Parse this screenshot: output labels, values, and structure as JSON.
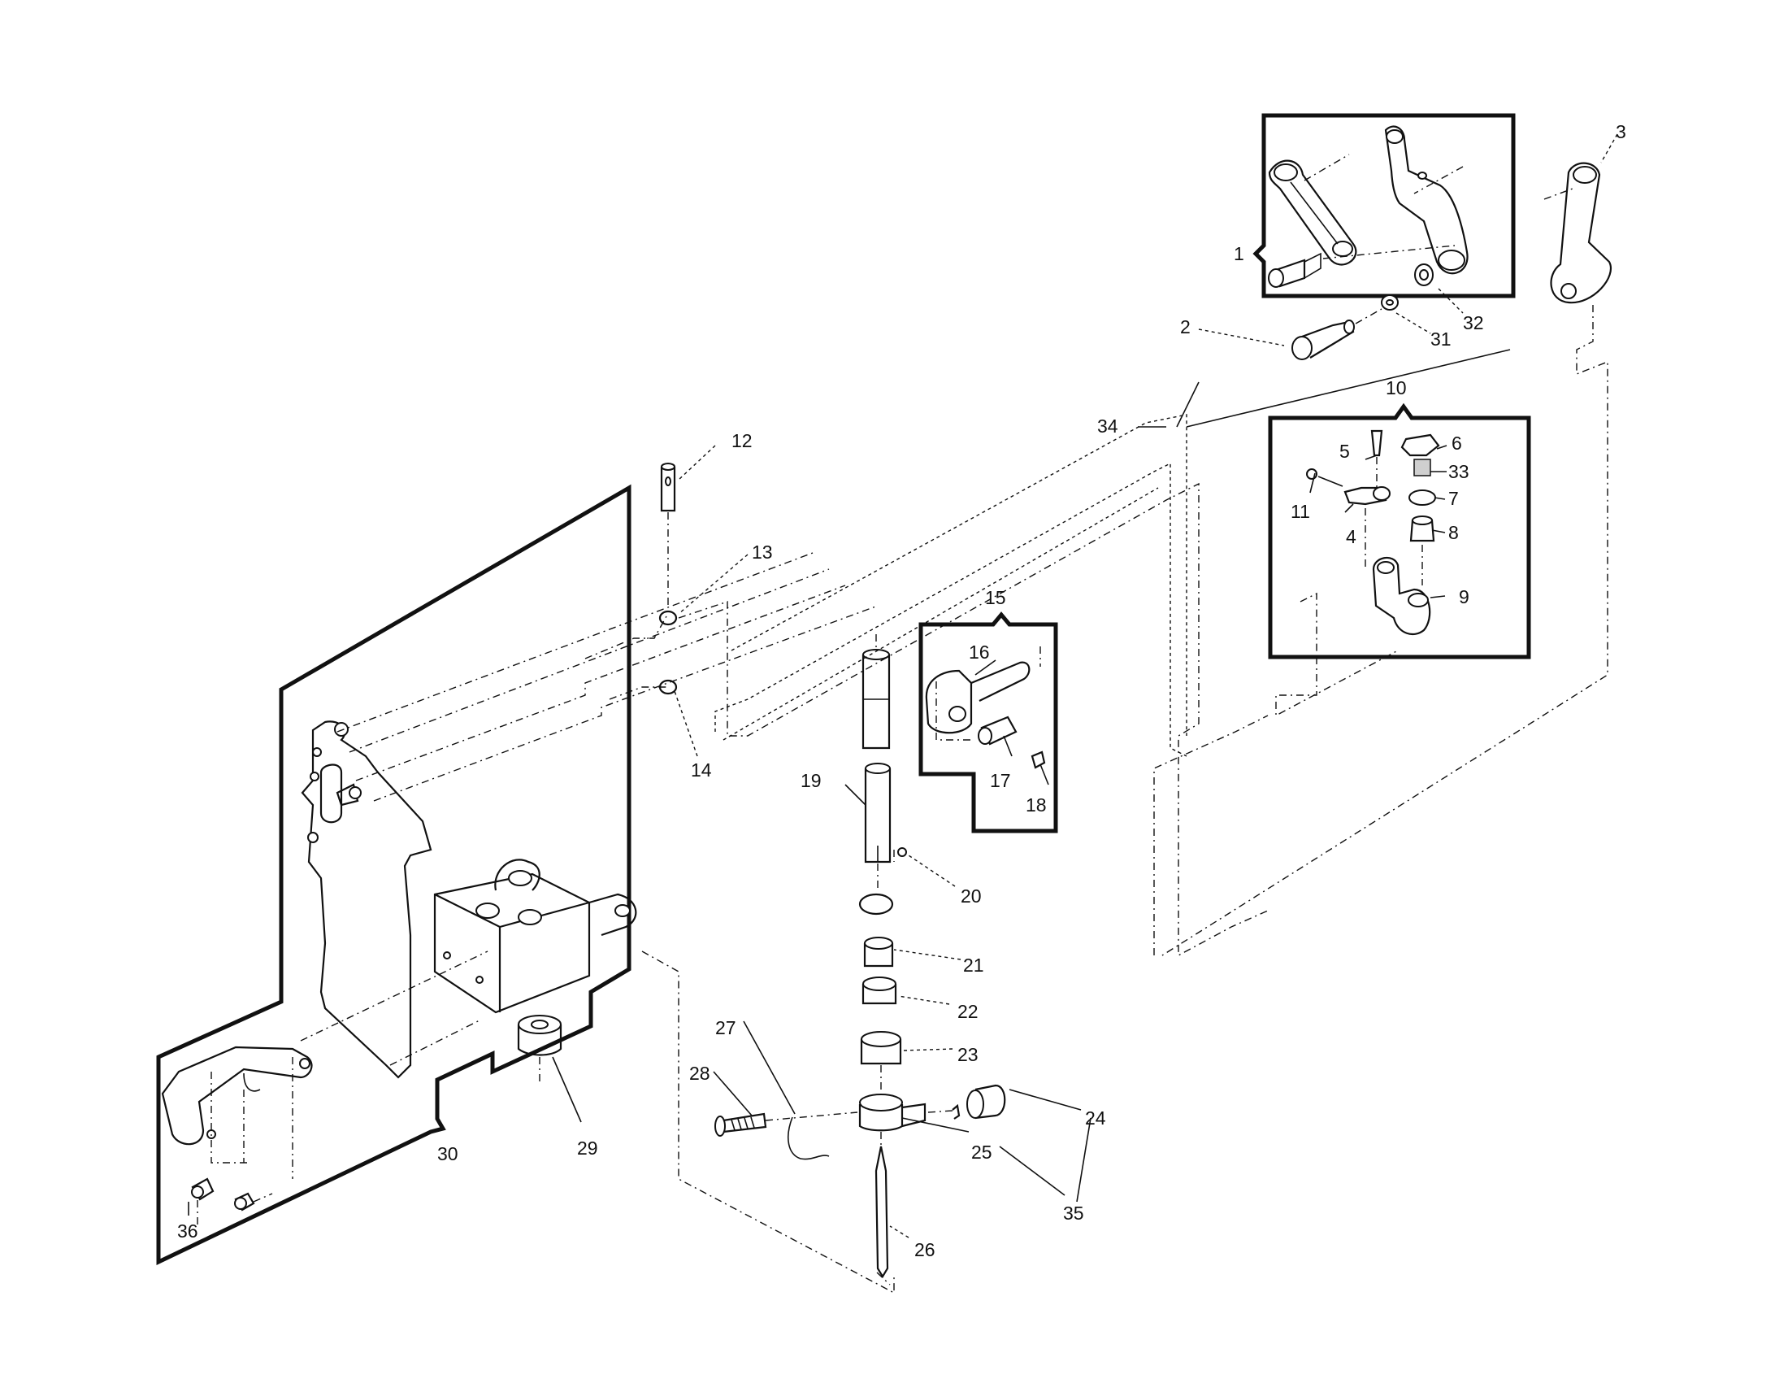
{
  "diagram": {
    "part_labels": [
      {
        "id": "1",
        "text": "1"
      },
      {
        "id": "2",
        "text": "2"
      },
      {
        "id": "3",
        "text": "3"
      },
      {
        "id": "4",
        "text": "4"
      },
      {
        "id": "5",
        "text": "5"
      },
      {
        "id": "6",
        "text": "6"
      },
      {
        "id": "7",
        "text": "7"
      },
      {
        "id": "8",
        "text": "8"
      },
      {
        "id": "9",
        "text": "9"
      },
      {
        "id": "10",
        "text": "10"
      },
      {
        "id": "11",
        "text": "11"
      },
      {
        "id": "12",
        "text": "12"
      },
      {
        "id": "13",
        "text": "13"
      },
      {
        "id": "14",
        "text": "14"
      },
      {
        "id": "15",
        "text": "15"
      },
      {
        "id": "16",
        "text": "16"
      },
      {
        "id": "17",
        "text": "17"
      },
      {
        "id": "18",
        "text": "18"
      },
      {
        "id": "19",
        "text": "19"
      },
      {
        "id": "20",
        "text": "20"
      },
      {
        "id": "21",
        "text": "21"
      },
      {
        "id": "22",
        "text": "22"
      },
      {
        "id": "23",
        "text": "23"
      },
      {
        "id": "24",
        "text": "24"
      },
      {
        "id": "25",
        "text": "25"
      },
      {
        "id": "26",
        "text": "26"
      },
      {
        "id": "27",
        "text": "27"
      },
      {
        "id": "28",
        "text": "28"
      },
      {
        "id": "29",
        "text": "29"
      },
      {
        "id": "30",
        "text": "30"
      },
      {
        "id": "31",
        "text": "31"
      },
      {
        "id": "32",
        "text": "32"
      },
      {
        "id": "33",
        "text": "33"
      },
      {
        "id": "34",
        "text": "34"
      },
      {
        "id": "35",
        "text": "35"
      },
      {
        "id": "36",
        "text": "36"
      }
    ]
  }
}
